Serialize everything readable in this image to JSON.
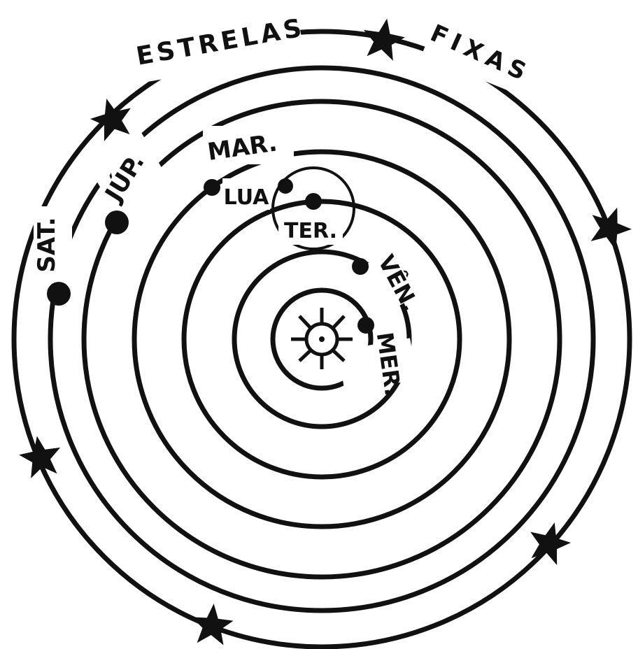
{
  "labels": {
    "stars_title_1": "ESTRELAS",
    "stars_title_2": "FIXAS",
    "saturn": "SAT.",
    "jupiter": "JÚP.",
    "mars": "MAR.",
    "moon": "LUA",
    "earth": "TER.",
    "venus": "VÊN.",
    "mercury": "MER."
  },
  "colors": {
    "ink": "#111111",
    "paper": "#ffffff"
  },
  "icons": {
    "sun": "sun-icon",
    "star": "star-icon",
    "planet": "planet-dot-icon"
  }
}
